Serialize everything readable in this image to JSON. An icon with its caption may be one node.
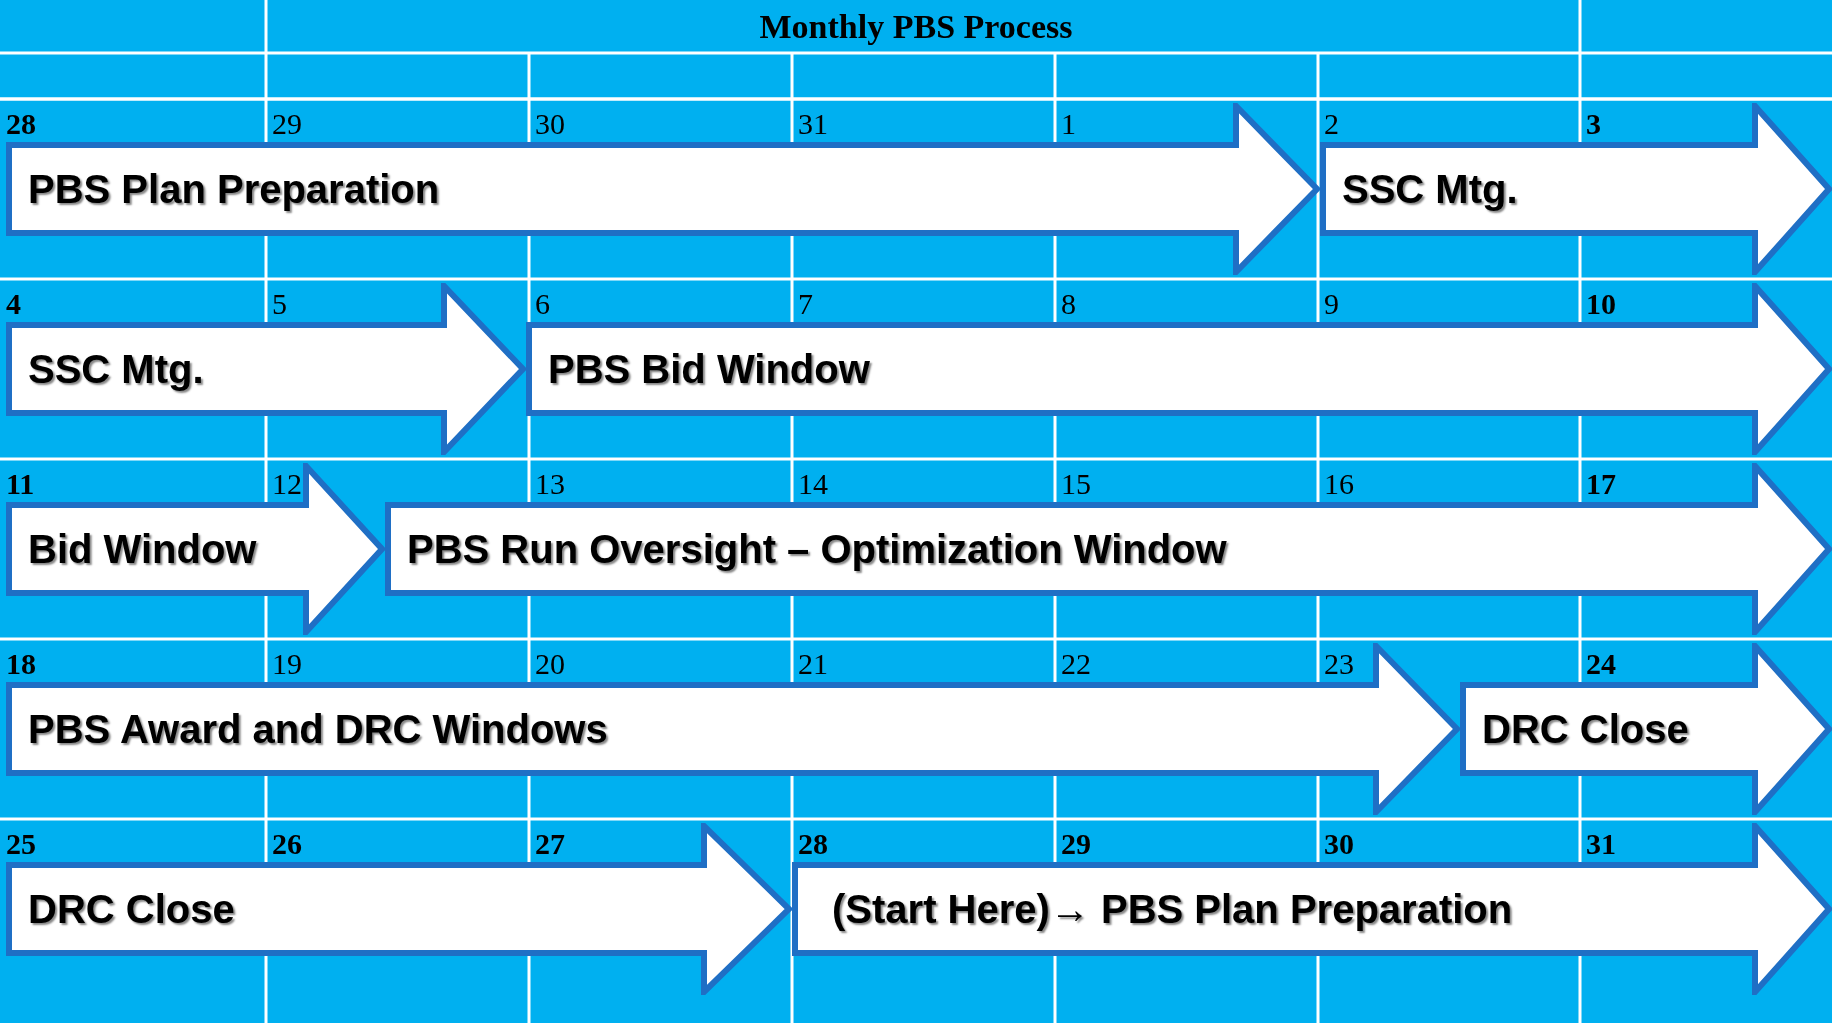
{
  "diagram": {
    "title": "Monthly PBS Process",
    "nodes": [
      {
        "text": [
          "PBS Plan Preparation"
        ]
      },
      {
        "text": [
          "SSC Mtg."
        ]
      },
      {
        "text": [
          "SSC Mtg."
        ]
      },
      {
        "text": [
          "PBS Bid Window"
        ]
      },
      {
        "text": [
          "Bid Window"
        ]
      },
      {
        "text": [
          "PBS Run Oversight – Optimization Window"
        ]
      },
      {
        "text": [
          "PBS Award and DRC Windows"
        ]
      },
      {
        "text": [
          "DRC Close"
        ]
      },
      {
        "text": [
          "DRC Close"
        ]
      },
      {
        "text": [
          "(Start Here)→  PBS Plan Preparation"
        ]
      }
    ],
    "labels": [
      "28",
      "29",
      "30",
      "31",
      "1",
      "2",
      "3",
      "4",
      "5",
      "6",
      "7",
      "8",
      "9",
      "10",
      "11",
      "12",
      "13",
      "14",
      "15",
      "16",
      "17",
      "18",
      "19",
      "20",
      "21",
      "22",
      "23",
      "24",
      "25",
      "26",
      "27",
      "28",
      "29",
      "30",
      "31"
    ]
  }
}
